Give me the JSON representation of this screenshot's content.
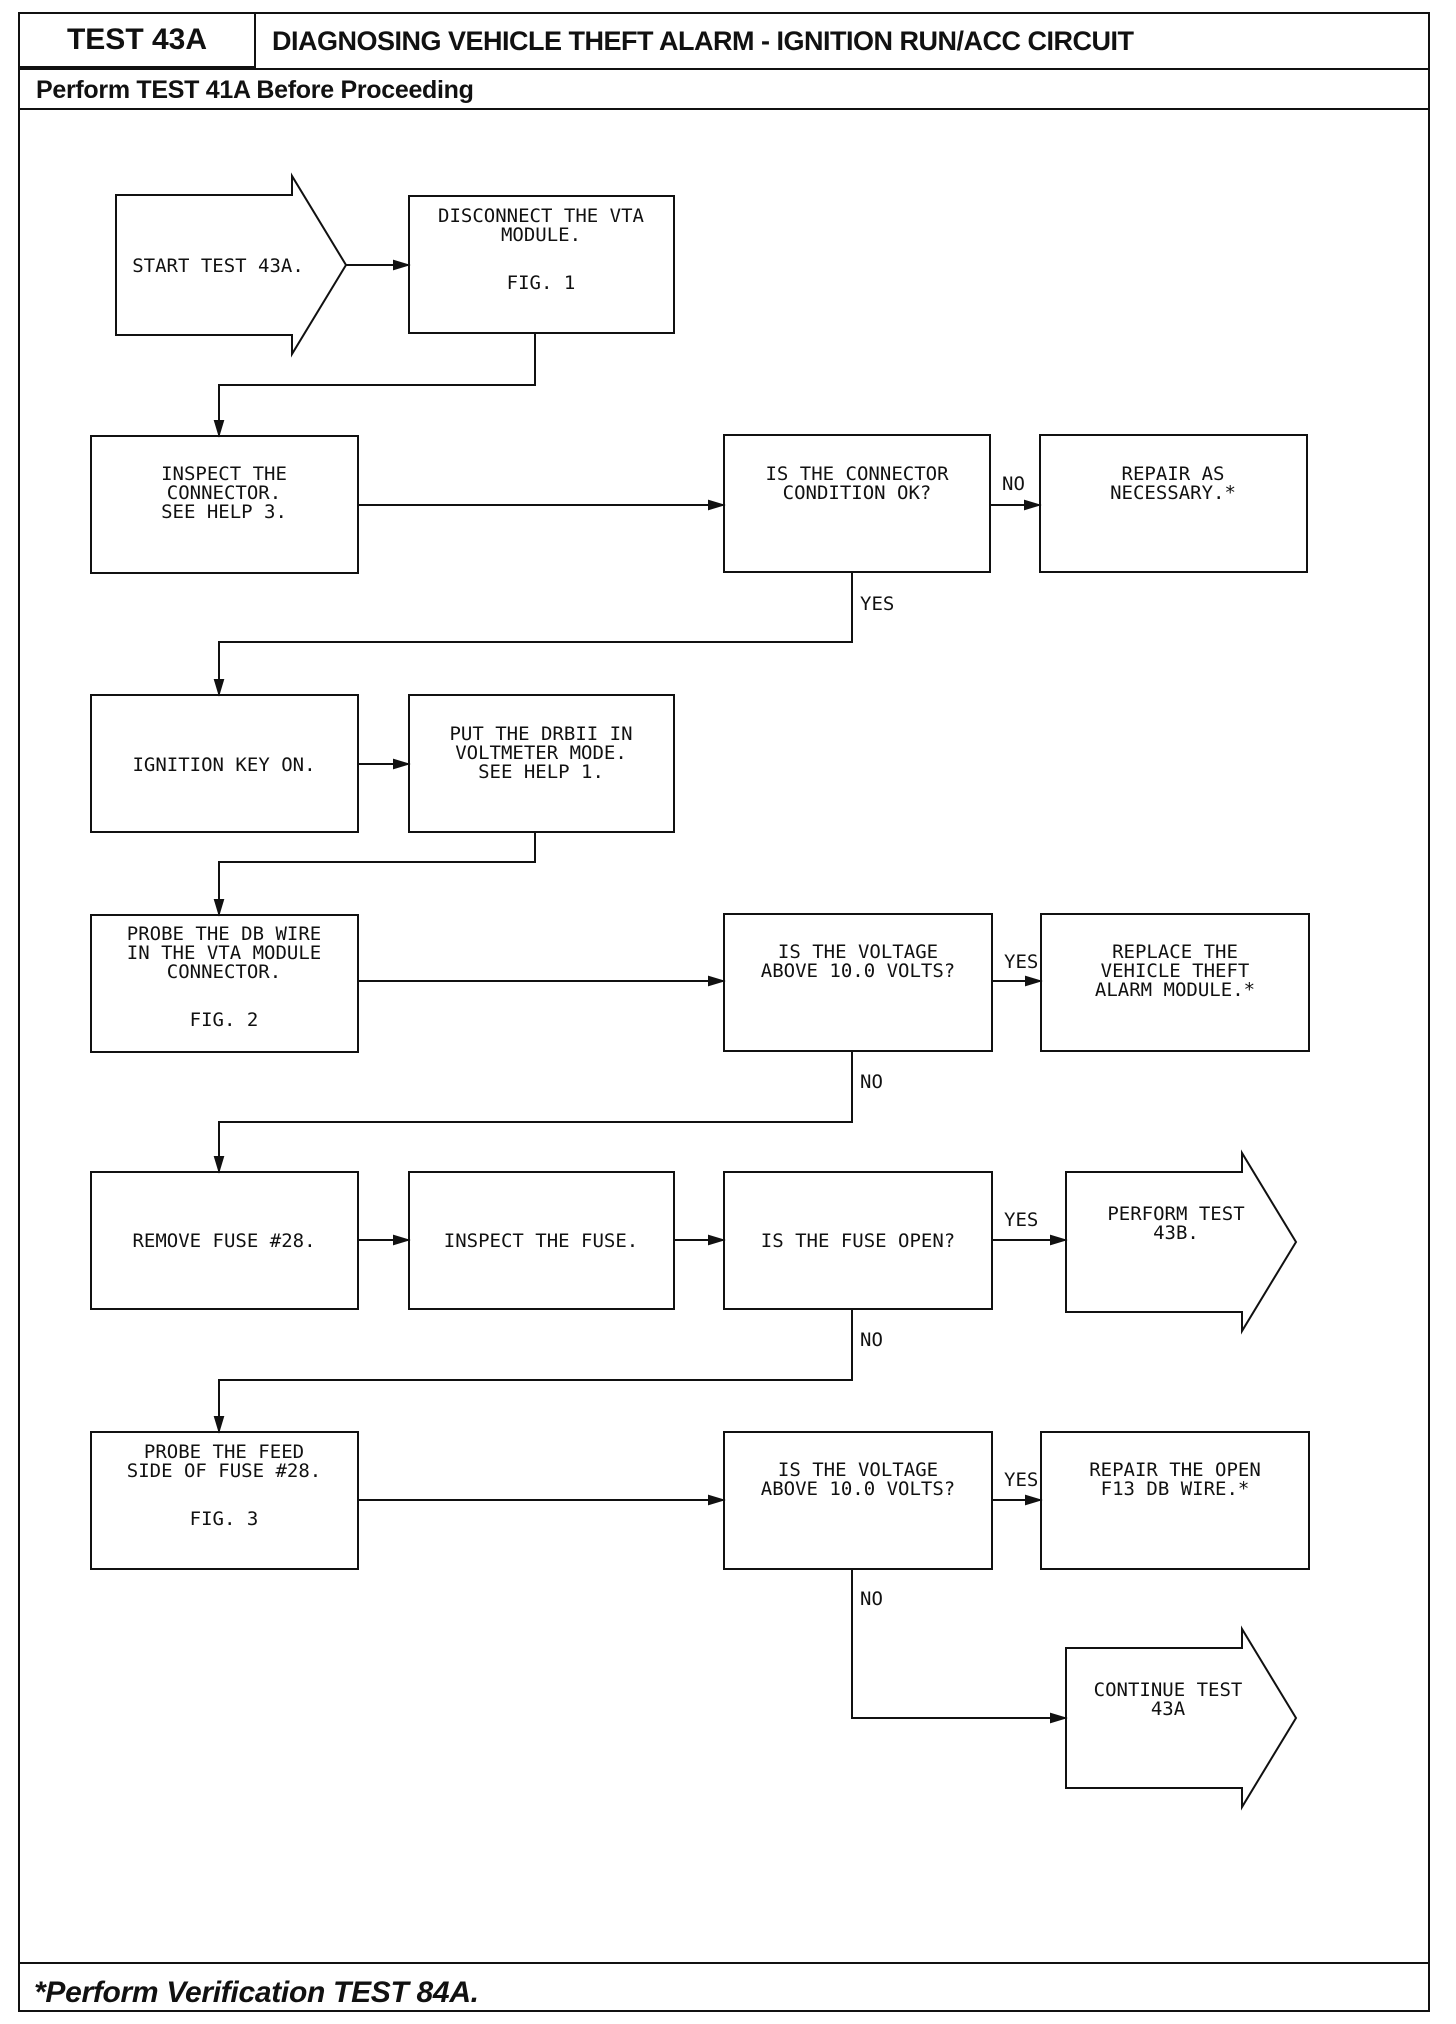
{
  "header": {
    "test_id": "TEST 43A",
    "title": "DIAGNOSING VEHICLE THEFT ALARM - IGNITION RUN/ACC CIRCUIT",
    "prerequisite": "Perform TEST 41A Before Proceeding"
  },
  "footer": {
    "note": "*Perform Verification TEST 84A."
  },
  "flowchart": {
    "nodes": {
      "start": [
        "START TEST 43A."
      ],
      "disconnect": [
        "DISCONNECT THE VTA",
        "MODULE.",
        "",
        "FIG. 1"
      ],
      "inspect_connector": [
        "INSPECT THE",
        "CONNECTOR.",
        "SEE HELP 3."
      ],
      "connector_ok": [
        "IS THE CONNECTOR",
        "CONDITION OK?"
      ],
      "repair": [
        "REPAIR AS",
        "NECESSARY.*"
      ],
      "ignition_on": [
        "IGNITION KEY ON."
      ],
      "drbii": [
        "PUT THE DRBII IN",
        "VOLTMETER MODE.",
        "SEE HELP 1."
      ],
      "probe_db": [
        "PROBE THE DB WIRE",
        "IN THE VTA MODULE",
        "CONNECTOR.",
        "",
        "FIG. 2"
      ],
      "voltage1": [
        "IS THE VOLTAGE",
        "ABOVE 10.0 VOLTS?"
      ],
      "replace_module": [
        "REPLACE THE",
        "VEHICLE THEFT",
        "ALARM MODULE.*"
      ],
      "remove_fuse": [
        "REMOVE FUSE #28."
      ],
      "inspect_fuse": [
        "INSPECT THE FUSE."
      ],
      "fuse_open": [
        "IS THE FUSE OPEN?"
      ],
      "perform_43b": [
        "PERFORM TEST",
        "43B."
      ],
      "probe_feed": [
        "PROBE THE FEED",
        "SIDE OF FUSE #28.",
        "",
        "FIG. 3"
      ],
      "voltage2": [
        "IS THE VOLTAGE",
        "ABOVE 10.0 VOLTS?"
      ],
      "repair_f13": [
        "REPAIR THE OPEN",
        "F13 DB WIRE.*"
      ],
      "continue_43a": [
        "CONTINUE TEST",
        "43A"
      ]
    },
    "edge_labels": {
      "connector_ok_no": "NO",
      "connector_ok_yes": "YES",
      "voltage1_yes": "YES",
      "voltage1_no": "NO",
      "fuse_open_yes": "YES",
      "fuse_open_no": "NO",
      "voltage2_yes": "YES",
      "voltage2_no": "NO"
    }
  }
}
